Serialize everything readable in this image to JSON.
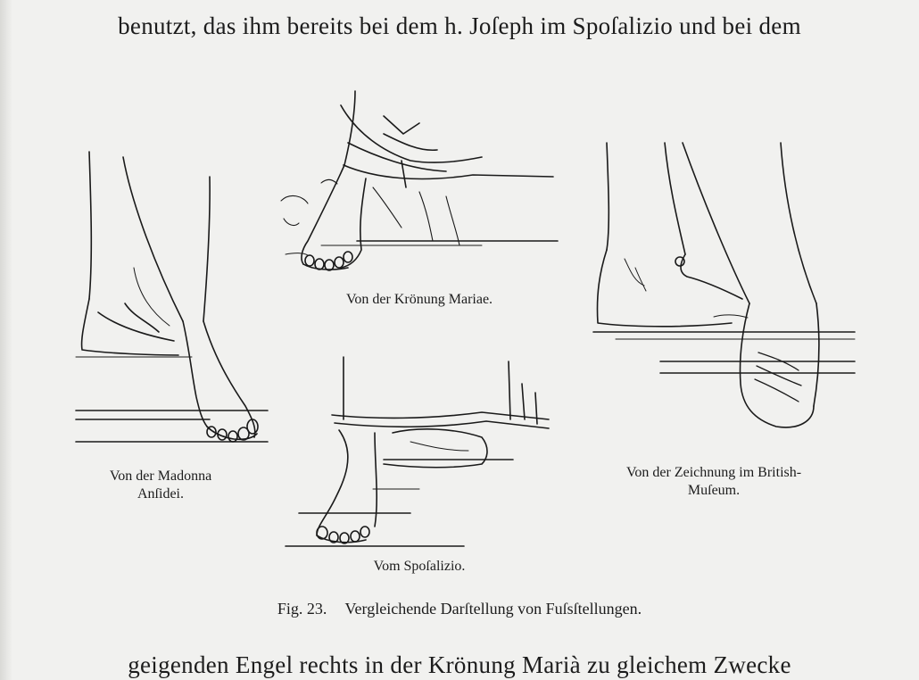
{
  "text": {
    "line_top": "benutzt, das ihm bereits bei dem h. Joſeph im Spoſalizio und bei dem",
    "line_bottom": "geigenden Engel rechts in der Krönung Marià zu gleichem Zwecke"
  },
  "figure": {
    "number": "Fig. 23.",
    "caption": "Vergleichende Darſtellung von Fuſsſtellungen.",
    "sketches": {
      "left": {
        "caption_1": "Von der Madonna",
        "caption_2": "Anſidei."
      },
      "top_center": {
        "caption": "Von der Krönung Mariae."
      },
      "bottom_center": {
        "caption": "Vom Spoſalizio."
      },
      "right": {
        "caption_1": "Von der Zeichnung im British-",
        "caption_2": "Muſeum."
      }
    }
  }
}
